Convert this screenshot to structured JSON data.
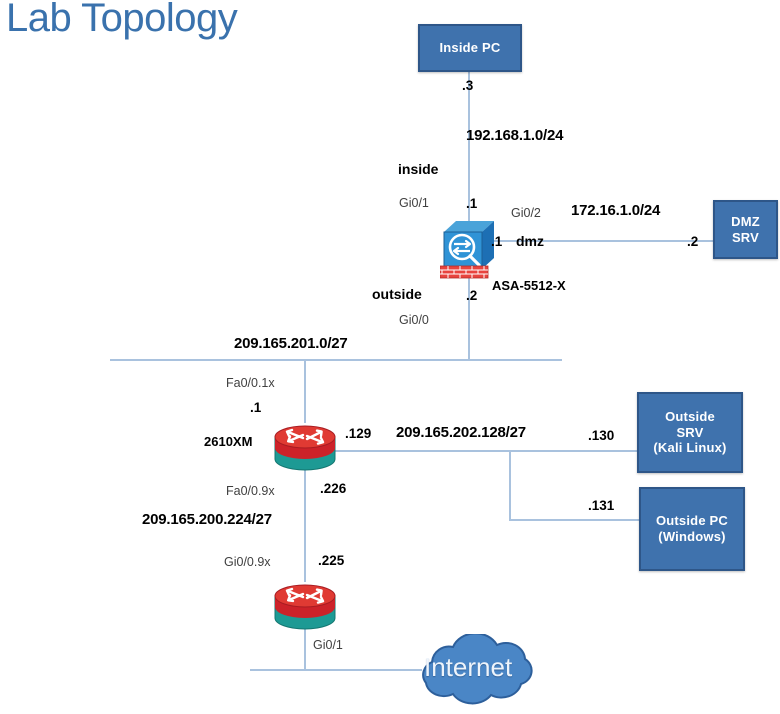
{
  "page": {
    "title": "Lab Topology",
    "title_color": "#3a72ad",
    "background": "#ffffff",
    "link_color": "#a9c2de",
    "node_fill": "#3f72ad",
    "node_border": "#2e5688"
  },
  "nodes": {
    "inside_pc": {
      "label": "Inside PC"
    },
    "dmz_srv": {
      "line1": "DMZ",
      "line2": "SRV"
    },
    "outside_srv": {
      "line1": "Outside",
      "line2": "SRV",
      "line3": "(Kali Linux)"
    },
    "outside_pc": {
      "line1": "Outside PC",
      "line2": "(Windows)"
    },
    "asa": {
      "model": "ASA-5512-X",
      "icon": "firewall-icon"
    },
    "router_2610xm": {
      "model": "2610XM",
      "icon": "router-icon"
    },
    "router_edge": {
      "icon": "router-icon"
    },
    "internet": {
      "label": "Internet",
      "icon": "cloud-icon"
    }
  },
  "networks": {
    "inside_net": "192.168.1.0/24",
    "dmz_net": "172.16.1.0/24",
    "outside_net": "209.165.201.0/27",
    "server_net": "209.165.202.128/27",
    "isp_net": "209.165.200.224/27"
  },
  "zones": {
    "inside": "inside",
    "dmz": "dmz",
    "outside": "outside"
  },
  "interfaces": {
    "asa_inside": "Gi0/1",
    "asa_dmz": "Gi0/2",
    "asa_outside": "Gi0/0",
    "r1_upper": "Fa0/0.1x",
    "r1_lower": "Fa0/0.9x",
    "r2_upper": "Gi0/0.9x",
    "r2_lower": "Gi0/1"
  },
  "addresses": {
    "inside_pc": ".3",
    "asa_inside": ".1",
    "asa_dmz": ".1",
    "dmz_srv": ".2",
    "asa_outside": ".2",
    "r1_inside": ".1",
    "r1_server": ".129",
    "outside_srv": ".130",
    "outside_pc": ".131",
    "r1_isp": ".226",
    "r2_isp": ".225"
  }
}
